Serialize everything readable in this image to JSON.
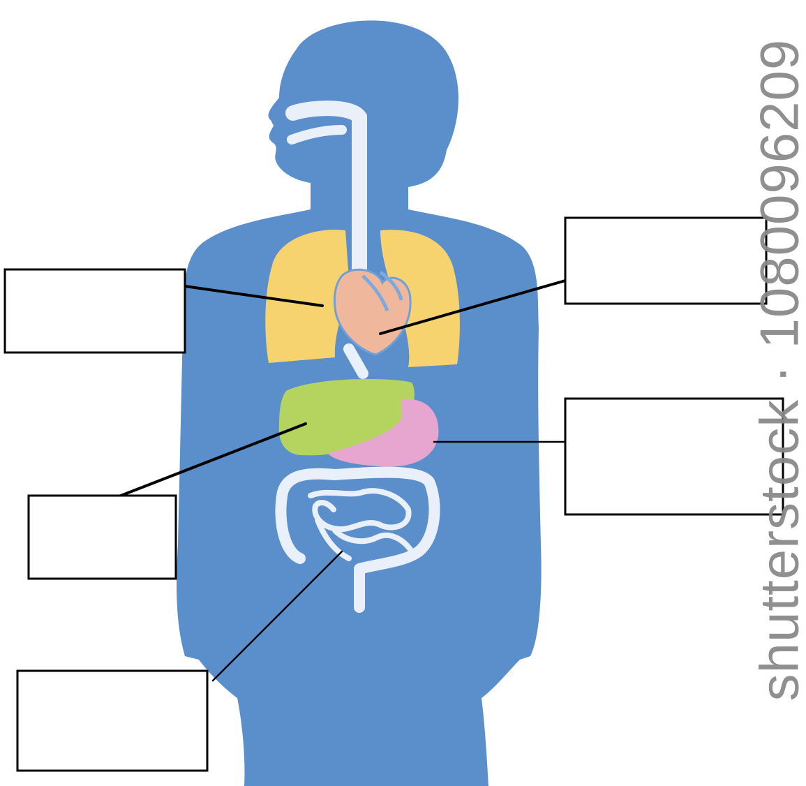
{
  "watermark": {
    "text": "shutterstock · 1080096209"
  },
  "colors": {
    "body": "#5a8fcb",
    "lungs": "#f6d36f",
    "liver": "#b4d35f",
    "stomach": "#e7a6cf",
    "intestine_outline": "#e9f0fa",
    "airway": "#e9f0fa",
    "box_stroke": "#000000"
  },
  "labels": [
    {
      "id": "label-box-lungs",
      "text": ""
    },
    {
      "id": "label-box-heart",
      "text": ""
    },
    {
      "id": "label-box-liver",
      "text": ""
    },
    {
      "id": "label-box-stomach",
      "text": ""
    },
    {
      "id": "label-box-intestine",
      "text": ""
    }
  ]
}
